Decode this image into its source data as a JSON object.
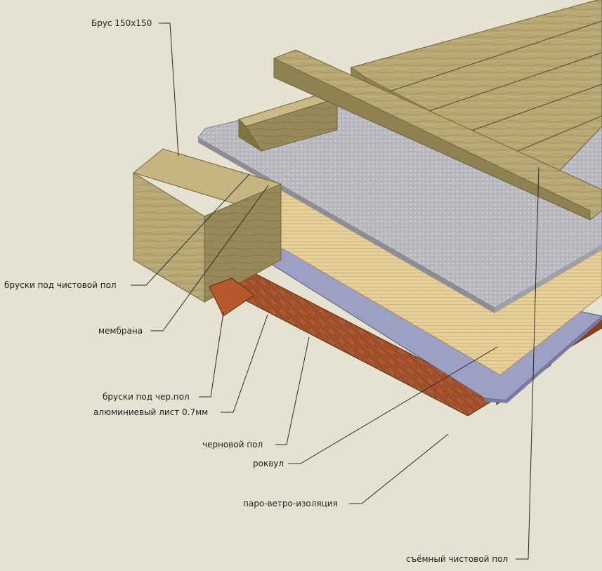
{
  "labels": {
    "beam": "Брус 150х150",
    "finish_joists": "бруски под чистовой пол",
    "membrane": "мембрана",
    "subfloor_joists": "бруски под чер.пол",
    "aluminium_sheet": "алюминиевый лист 0.7мм",
    "subfloor": "черновой пол",
    "rockwool": "роквул",
    "vapor_barrier": "паро-ветро-изоляция",
    "removable_floor": "съёмный чистовой пол"
  },
  "colors": {
    "background": "#e6e2d1",
    "wood": "#b7a774",
    "wood_dark": "#8f8252",
    "rockwool": "#e7cf98",
    "membrane": "#b8b8c0",
    "aluminium": "#9da0c4",
    "subfloor": "#a0522d"
  }
}
